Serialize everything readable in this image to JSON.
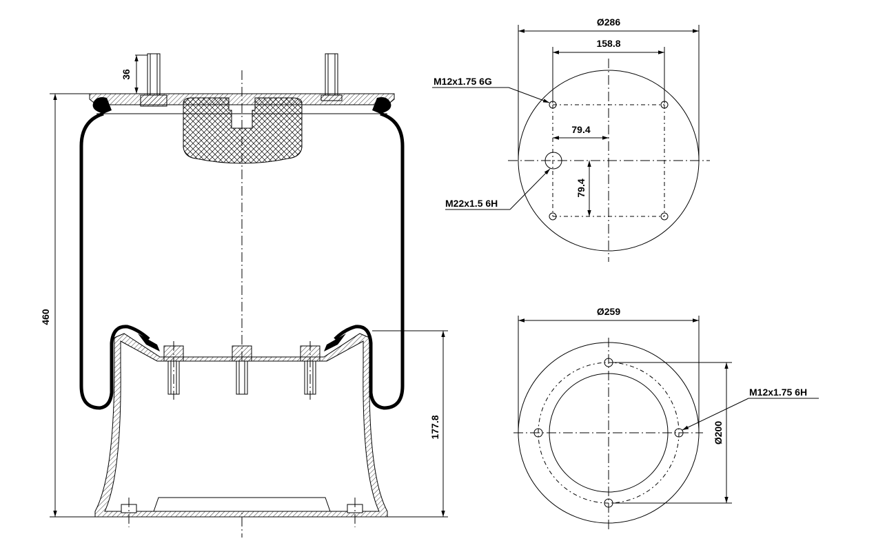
{
  "colors": {
    "line": "#000000",
    "background": "#ffffff",
    "bellows": "#000000"
  },
  "side_view": {
    "stud_height": "36",
    "overall_height": "460",
    "piston_height": "177.8"
  },
  "top_plate_view": {
    "diameter": "Ø286",
    "bolt_spacing": "158.8",
    "stud_thread": "M12x1.75 6G",
    "offset_x": "79.4",
    "offset_y": "79.4",
    "air_port_thread": "M22x1.5 6H"
  },
  "piston_view": {
    "diameter": "Ø259",
    "bolt_circle": "Ø200",
    "bolt_thread": "M12x1.75 6H"
  }
}
